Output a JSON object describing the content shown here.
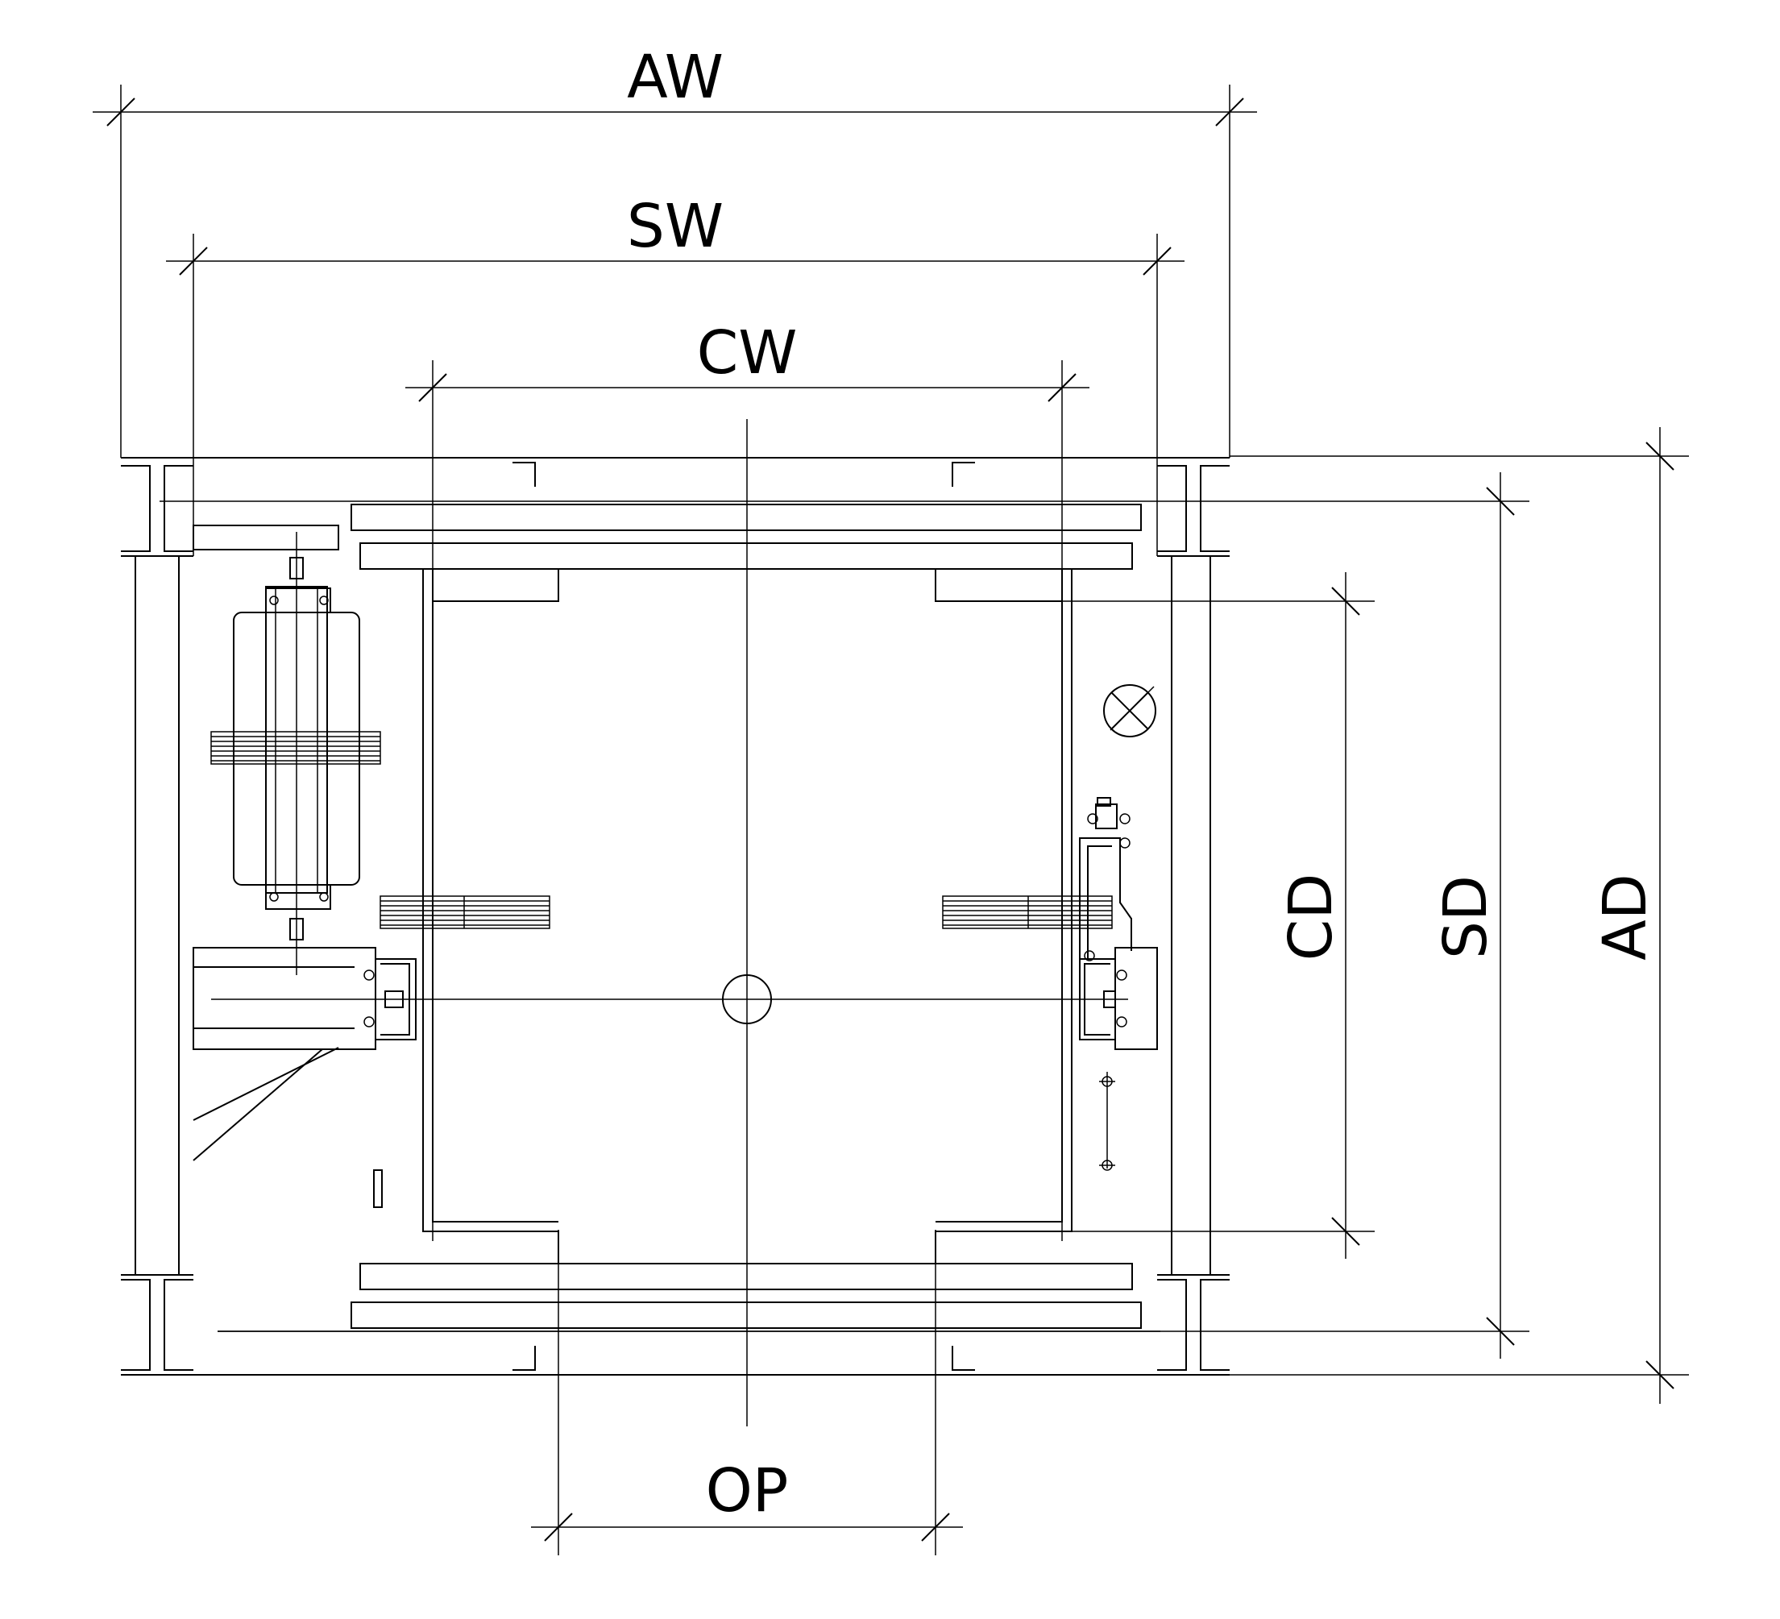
{
  "dimensions": {
    "aw": "AW",
    "sw": "SW",
    "cw": "CW",
    "op": "OP",
    "cd": "CD",
    "sd": "SD",
    "ad": "AD"
  },
  "colors": {
    "line": "#000000",
    "background": "#ffffff"
  }
}
